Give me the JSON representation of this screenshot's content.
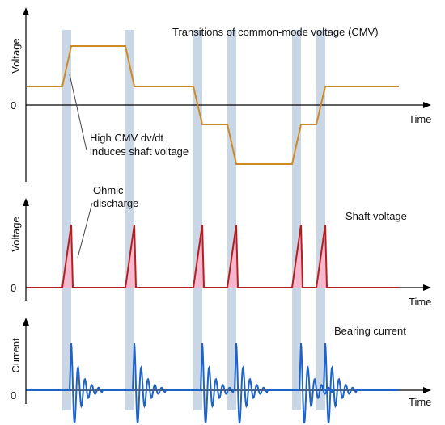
{
  "colors": {
    "band": "#c9d6e6",
    "cmv": "#d08a22",
    "shaft": "#b41e1e",
    "shaft_fill": "#f5b8cf",
    "current": "#1f63c6",
    "axis": "#000000",
    "leader": "#444444"
  },
  "panels": {
    "cmv": {
      "title": "Transitions of common-mode voltage (CMV)",
      "ylabel": "Voltage",
      "xlabel": "Time",
      "zero": "0"
    },
    "shaft": {
      "title": "Shaft voltage",
      "ylabel": "Voltage",
      "xlabel": "Time",
      "zero": "0"
    },
    "current": {
      "title": "Bearing current",
      "ylabel": "Current",
      "xlabel": "Time",
      "zero": "0"
    }
  },
  "annotations": {
    "dvdt_line1": "High CMV dv/dt",
    "dvdt_line2": "induces shaft voltage",
    "ohmic_line1": "Ohmic",
    "ohmic_line2": "discharge"
  }
}
